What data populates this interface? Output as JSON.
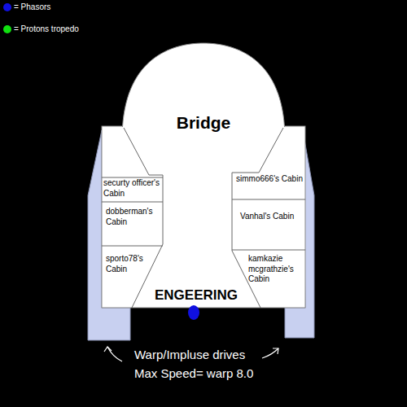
{
  "diagram": {
    "nodes": [
      {
        "text": [
          "Bridge"
        ]
      },
      {
        "text": [
          "securty officer's Cabin"
        ]
      },
      {
        "text": [
          "simmo666's Cabin"
        ]
      },
      {
        "text": [
          "dobberman's Cabin"
        ]
      },
      {
        "text": [
          "Vanhal's Cabin"
        ]
      },
      {
        "text": [
          "sporto78's Cabin"
        ]
      },
      {
        "text": [
          "kamkazie mcgrathzie's Cabin"
        ]
      },
      {
        "text": [
          "ENGEERING"
        ]
      }
    ],
    "labels": [
      "Warp/Impluse drives",
      "Max Speed= warp 8.0"
    ],
    "legend": [
      {
        "text": "= Phasors",
        "color": "#1010e0"
      },
      {
        "text": "= Protons tropedo",
        "color": "#10e010"
      }
    ]
  }
}
